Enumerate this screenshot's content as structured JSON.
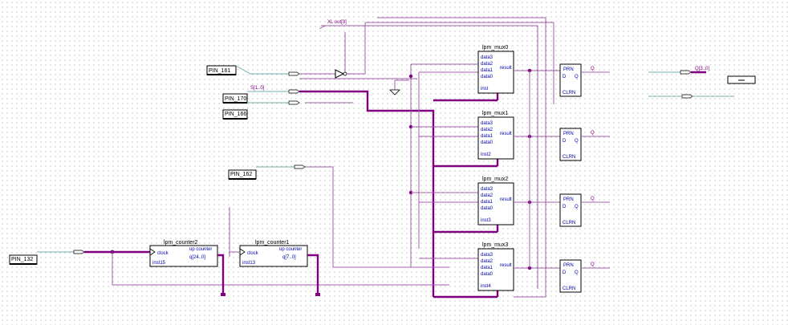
{
  "pins": {
    "pin_161": "PIN_161",
    "pin_170": "PIN_170",
    "pin_166": "PIN_166",
    "pin_162": "PIN_162",
    "pin_132": "PIN_132"
  },
  "blocks": {
    "mux0": {
      "title": "lpm_mux0",
      "inputs": [
        "data3",
        "data2",
        "data1",
        "data0"
      ],
      "result": "result",
      "inst": "inst"
    },
    "mux1": {
      "title": "lpm_mux1",
      "inputs": [
        "data3",
        "data2",
        "data1",
        "data0"
      ],
      "result": "result",
      "inst": "inst2"
    },
    "mux2": {
      "title": "lpm_mux2",
      "inputs": [
        "data3",
        "data2",
        "data1",
        "data0"
      ],
      "result": "result",
      "inst": "inst3"
    },
    "mux3": {
      "title": "lpm_mux3",
      "inputs": [
        "data3",
        "data2",
        "data1",
        "data0"
      ],
      "result": "result",
      "inst": "inst4"
    },
    "counter2": {
      "title": "lpm_counter2",
      "clock": "clock",
      "q": "q[24..0]",
      "inst": "inst15",
      "port_top": "up counter"
    },
    "counter1": {
      "title": "lpm_counter1",
      "clock": "clock",
      "q": "q[7..0]",
      "inst": "inst13",
      "port_top": "up counter"
    }
  },
  "labels": {
    "top_bus": "XL out[3]",
    "q_bus": "Q[3..0]",
    "sel_bus": "S[1..0]",
    "ff_q": "Q",
    "ff_d": "D",
    "ff_pre": "PRN",
    "ff_clr": "CLRN"
  },
  "colors": {
    "bus": "#800080",
    "wire": "#9a4fa0",
    "symbol": "#0000aa",
    "pin_wire": "#5aa0a0"
  }
}
